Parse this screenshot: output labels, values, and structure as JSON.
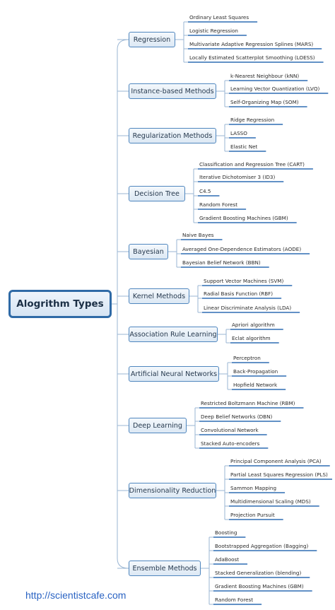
{
  "root": {
    "label": "Alogrithm Types"
  },
  "footer": {
    "url": "http://scientistcafe.com"
  },
  "colors": {
    "accent": "#4f86be",
    "root_border": "#2f6aa6",
    "line": "#2e6db4",
    "connector": "#9ab6d3",
    "link": "#2a63c3"
  },
  "categories": [
    {
      "label": "Regression",
      "items": [
        "Ordinary Least Squares",
        "Logistic Regression",
        "Multivariate Adaptive Regression Splines (MARS)",
        "Locally Estimated Scatterplot Smoothing (LOESS)"
      ]
    },
    {
      "label": "Instance-based Methods",
      "items": [
        "k-Nearest Neighbour (kNN)",
        "Learning Vector Quantization (LVQ)",
        "Self-Organizing Map (SOM)"
      ]
    },
    {
      "label": "Regularization Methods",
      "items": [
        "Ridge Regression",
        "LASSO",
        "Elastic Net"
      ]
    },
    {
      "label": "Decision Tree",
      "items": [
        "Classification and Regression Tree (CART)",
        "Iterative Dichotomiser 3 (ID3)",
        "C4.5",
        "Random Forest",
        "Gradient Boosting Machines (GBM)"
      ]
    },
    {
      "label": "Bayesian",
      "items": [
        "Naive Bayes",
        "Averaged One-Dependence Estimators (AODE)",
        "Bayesian Belief Network (BBN)"
      ]
    },
    {
      "label": "Kernel Methods",
      "items": [
        "Support Vector Machines (SVM)",
        "Radial Basis Function (RBF)",
        "Linear Discriminate Analysis (LDA)"
      ]
    },
    {
      "label": "Association Rule Learning",
      "items": [
        "Apriori algorithm",
        "Eclat algorithm"
      ]
    },
    {
      "label": "Artificial Neural Networks",
      "items": [
        "Perceptron",
        "Back-Propagation",
        "Hopfield Network"
      ]
    },
    {
      "label": "Deep Learning",
      "items": [
        "Restricted Boltzmann Machine (RBM)",
        "Deep Belief Networks (DBN)",
        "Convolutional Network",
        "Stacked Auto-encoders"
      ]
    },
    {
      "label": "Dimensionality Reduction",
      "items": [
        "Principal Component Analysis (PCA)",
        "Partial Least Squares Regression (PLS)",
        "Sammon Mapping",
        "Multidimensional Scaling (MDS)",
        "Projection Pursuit"
      ]
    },
    {
      "label": "Ensemble Methods",
      "items": [
        "Boosting",
        "Bootstrapped Aggregation (Bagging)",
        "AdaBoost",
        "Stacked Generalization (blending)",
        "Gradient Boosting Machines (GBM)",
        "Random Forest"
      ]
    }
  ]
}
